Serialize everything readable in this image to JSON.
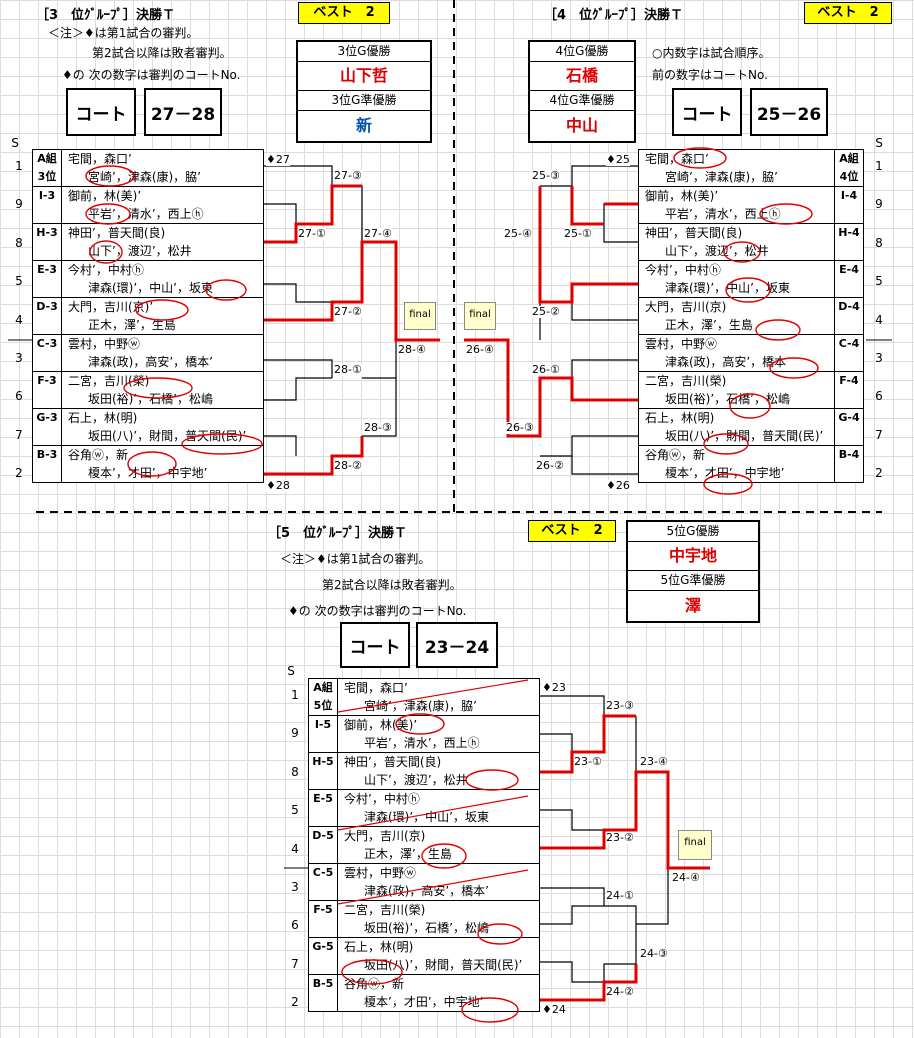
{
  "t3": {
    "title": "［3　位ｸﾞﾙｰﾌﾟ］決勝Ｔ",
    "best": "ベスト　2",
    "notes": [
      "＜注＞♦は第1試合の審判。",
      "第2試合以降は敗者審判。",
      "♦の 次の数字は審判のコートNo."
    ],
    "court_label": "コート",
    "court_nums": "27－28",
    "winner_label": "3位G優勝",
    "winner": "山下哲",
    "runner_label": "3位G準優勝",
    "runner": "新",
    "s_label": "S",
    "rows": [
      {
        "seed": "1",
        "g1": "A組",
        "g2": "3位",
        "l1": "宅間，森口’",
        "l2": "宮崎’，津森(康)，脇’"
      },
      {
        "seed": "9",
        "g1": "I-3",
        "g2": "",
        "l1": "御前，林(美)’",
        "l2": "平岩’，清水’，西上ⓗ"
      },
      {
        "seed": "8",
        "g1": "H-3",
        "g2": "",
        "l1": "神田’，普天間(良)",
        "l2": "山下’，渡辺’，松井"
      },
      {
        "seed": "5",
        "g1": "E-3",
        "g2": "",
        "l1": "今村’，中村ⓗ",
        "l2": "津森(環)’，中山’，坂東"
      },
      {
        "seed": "4",
        "g1": "D-3",
        "g2": "",
        "l1": "大門，吉川(京)’",
        "l2": "正木，澤’，生島"
      },
      {
        "seed": "3",
        "g1": "C-3",
        "g2": "",
        "l1": "雲村，中野ⓦ",
        "l2": "津森(政)，高安’，橋本’"
      },
      {
        "seed": "6",
        "g1": "F-3",
        "g2": "",
        "l1": "二宮，吉川(榮)",
        "l2": "坂田(裕)’，石橋’，松嶋"
      },
      {
        "seed": "7",
        "g1": "G-3",
        "g2": "",
        "l1": "石上，林(明)",
        "l2": "坂田(八)’，財間，普天間(民)’"
      },
      {
        "seed": "2",
        "g1": "B-3",
        "g2": "",
        "l1": "谷角ⓦ，新",
        "l2": "榎本’，才田’，中宇地’"
      }
    ],
    "ump_top": "♦27",
    "ump_bottom": "♦28",
    "matches": [
      "27-③",
      "27-①",
      "27-④",
      "27-②",
      "28-④",
      "28-①",
      "28-③",
      "28-②"
    ],
    "final": "final"
  },
  "t4": {
    "title": "［4　位ｸﾞﾙｰﾌﾟ］決勝Ｔ",
    "best": "ベスト　2",
    "notes": [
      "○内数字は試合順序。",
      "前の数字はコートNo."
    ],
    "court_label": "コート",
    "court_nums": "25－26",
    "winner_label": "4位G優勝",
    "winner": "石橋",
    "runner_label": "4位G準優勝",
    "runner": "中山",
    "s_label": "S",
    "rows": [
      {
        "seed": "1",
        "g1": "A組",
        "g2": "4位",
        "l1": "宅間，森口’",
        "l2": "宮崎’，津森(康)，脇’"
      },
      {
        "seed": "9",
        "g1": "I-4",
        "g2": "",
        "l1": "御前，林(美)’",
        "l2": "平岩’，清水’，西上ⓗ"
      },
      {
        "seed": "8",
        "g1": "H-4",
        "g2": "",
        "l1": "神田’，普天間(良)",
        "l2": "山下’，渡辺’，松井"
      },
      {
        "seed": "5",
        "g1": "E-4",
        "g2": "",
        "l1": "今村’，中村ⓗ",
        "l2": "津森(環)’，中山’，坂東"
      },
      {
        "seed": "4",
        "g1": "D-4",
        "g2": "",
        "l1": "大門，吉川(京)",
        "l2": "正木，澤’，生島"
      },
      {
        "seed": "3",
        "g1": "C-4",
        "g2": "",
        "l1": "雲村，中野ⓦ",
        "l2": "津森(政)，高安’，橋本"
      },
      {
        "seed": "6",
        "g1": "F-4",
        "g2": "",
        "l1": "二宮，吉川(榮)",
        "l2": "坂田(裕)’，石橋’，松嶋"
      },
      {
        "seed": "7",
        "g1": "G-4",
        "g2": "",
        "l1": "石上，林(明)",
        "l2": "坂田(八)’，財間，普天間(民)’"
      },
      {
        "seed": "2",
        "g1": "B-4",
        "g2": "",
        "l1": "谷角ⓦ，新",
        "l2": "榎本’，才田’，中宇地’"
      }
    ],
    "ump_top": "♦25",
    "ump_bottom": "♦26",
    "matches": [
      "25-③",
      "25-①",
      "25-④",
      "25-②",
      "26-④",
      "26-①",
      "26-③",
      "26-②"
    ],
    "final": "final"
  },
  "t5": {
    "title": "［5　位ｸﾞﾙｰﾌﾟ］決勝Ｔ",
    "best": "ベスト　2",
    "notes": [
      "＜注＞♦は第1試合の審判。",
      "第2試合以降は敗者審判。",
      "♦の 次の数字は審判のコートNo."
    ],
    "court_label": "コート",
    "court_nums": "23－24",
    "winner_label": "5位G優勝",
    "winner": "中宇地",
    "runner_label": "5位G準優勝",
    "runner": "澤",
    "s_label": "S",
    "rows": [
      {
        "seed": "1",
        "g1": "A組",
        "g2": "5位",
        "l1": "宅間，森口’",
        "l2": "宮崎’，津森(康)，脇’"
      },
      {
        "seed": "9",
        "g1": "I-5",
        "g2": "",
        "l1": "御前，林(美)’",
        "l2": "平岩’，清水’，西上ⓗ"
      },
      {
        "seed": "8",
        "g1": "H-5",
        "g2": "",
        "l1": "神田’，普天間(良)",
        "l2": "山下’，渡辺’，松井"
      },
      {
        "seed": "5",
        "g1": "E-5",
        "g2": "",
        "l1": "今村’，中村ⓗ",
        "l2": "津森(環)’，中山’，坂東"
      },
      {
        "seed": "4",
        "g1": "D-5",
        "g2": "",
        "l1": "大門，吉川(京)",
        "l2": "正木，澤’，生島"
      },
      {
        "seed": "3",
        "g1": "C-5",
        "g2": "",
        "l1": "雲村，中野ⓦ",
        "l2": "津森(政)，高安’，橋本’"
      },
      {
        "seed": "6",
        "g1": "F-5",
        "g2": "",
        "l1": "二宮，吉川(榮)",
        "l2": "坂田(裕)’，石橋’，松嶋"
      },
      {
        "seed": "7",
        "g1": "G-5",
        "g2": "",
        "l1": "石上，林(明)",
        "l2": "坂田(八)’，財間，普天間(民)’"
      },
      {
        "seed": "2",
        "g1": "B-5",
        "g2": "",
        "l1": "谷角ⓦ，新",
        "l2": "榎本’，才田’，中宇地’"
      }
    ],
    "ump_top": "♦23",
    "ump_bottom": "♦24",
    "matches": [
      "23-③",
      "23-①",
      "23-④",
      "23-②",
      "24-④",
      "24-①",
      "24-③",
      "24-②"
    ],
    "final": "final"
  }
}
